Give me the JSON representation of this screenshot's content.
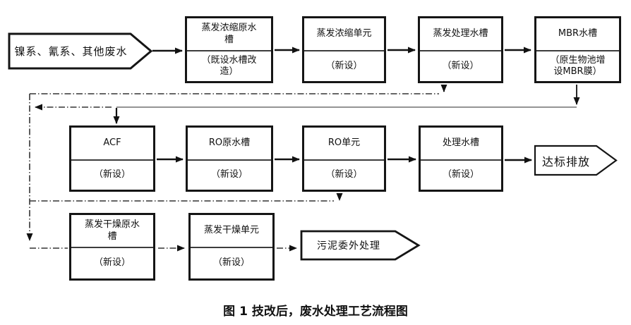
{
  "colors": {
    "ink": "#111111",
    "divider": "#3c3c3c",
    "thin_line": "#707070",
    "dashdot_line": "#333333",
    "background": "#ffffff"
  },
  "flow": {
    "influent": "镍系、氰系、其他废水",
    "boxes": [
      {
        "title": "蒸发浓缩原水\n槽",
        "note": "（既设水槽改\n造）"
      },
      {
        "title": "蒸发浓缩单元",
        "note": "（新设）"
      },
      {
        "title": "蒸发处理水槽",
        "note": "（新设）"
      },
      {
        "title": "MBR水槽",
        "note": "（原生物池增\n设MBR膜）"
      },
      {
        "title": "ACF",
        "note": "（新设）"
      },
      {
        "title": "RO原水槽",
        "note": "（新设）"
      },
      {
        "title": "RO单元",
        "note": "（新设）"
      },
      {
        "title": "处理水槽",
        "note": "（新设）"
      },
      {
        "title": "蒸发干燥原水\n槽",
        "note": "（新设）"
      },
      {
        "title": "蒸发干燥单元",
        "note": "（新设）"
      }
    ],
    "discharge": "达标排放",
    "sludge_out": "污泥委外处理"
  },
  "caption": "图 1  技改后，废水处理工艺流程图"
}
